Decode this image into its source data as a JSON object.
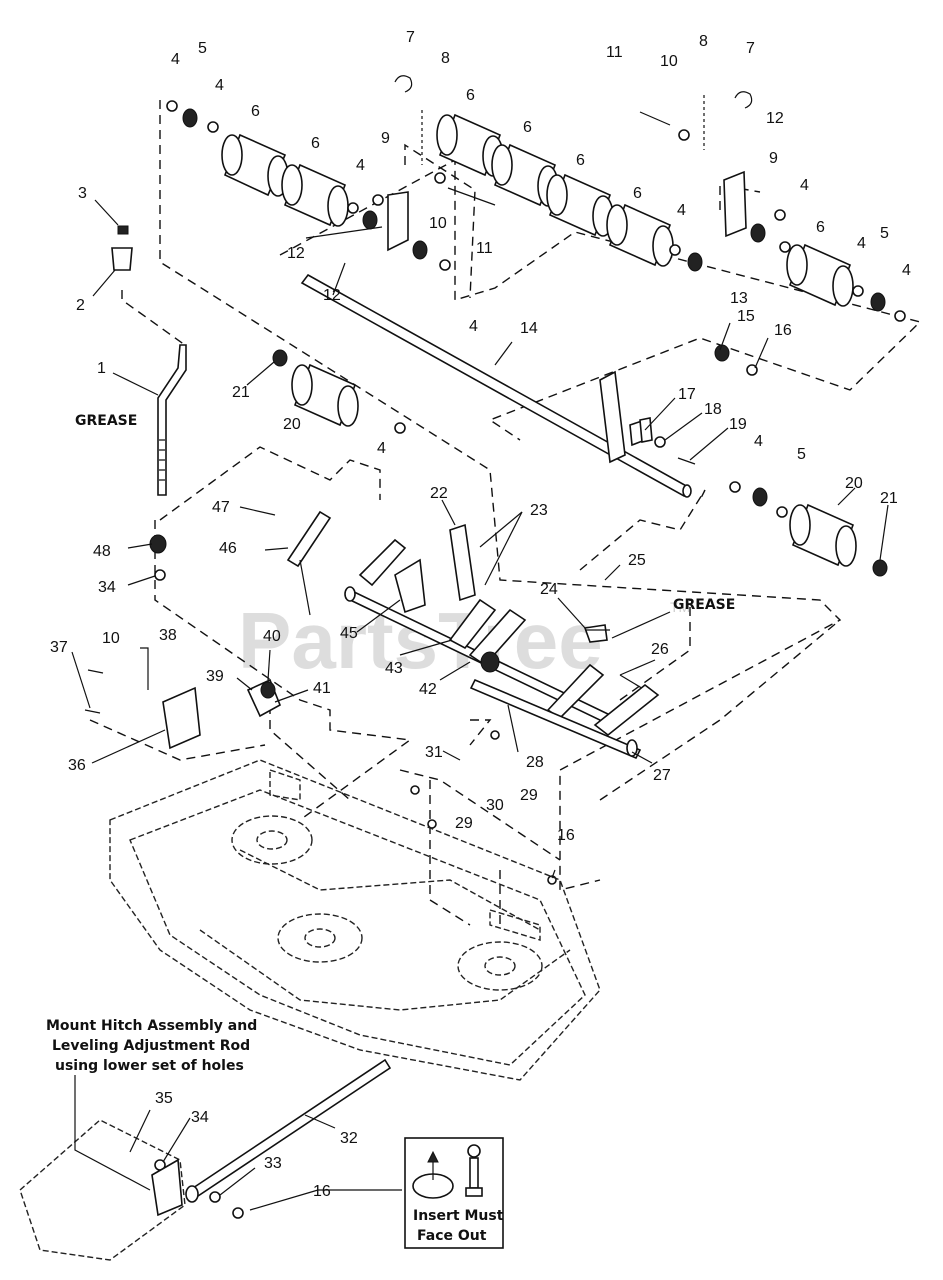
{
  "watermark": "PartsTree",
  "watermark_tm": "TM",
  "callouts": {
    "grease_1": "GREASE",
    "grease_2": "GREASE",
    "mount_note_line1": "Mount Hitch Assembly and",
    "mount_note_line2": "Leveling Adjustment Rod",
    "mount_note_line3": "using lower set of holes",
    "insert_line1": "Insert Must",
    "insert_line2": "Face Out"
  },
  "part_numbers": {
    "p1": "1",
    "p2": "2",
    "p3": "3",
    "p4a": "4",
    "p4b": "4",
    "p4c": "4",
    "p4d": "4",
    "p4e": "4",
    "p4f": "4",
    "p4g": "4",
    "p4h": "4",
    "p4i": "4",
    "p5a": "5",
    "p5b": "5",
    "p5c": "5",
    "p6a": "6",
    "p6b": "6",
    "p6c": "6",
    "p6d": "6",
    "p6e": "6",
    "p6f": "6",
    "p6g": "6",
    "p7a": "7",
    "p7b": "7",
    "p8a": "8",
    "p8b": "8",
    "p9a": "9",
    "p9b": "9",
    "p10a": "10",
    "p10b": "10",
    "p10c": "10",
    "p11a": "11",
    "p11b": "11",
    "p12a": "12",
    "p12b": "12",
    "p12c": "12",
    "p13": "13",
    "p14": "14",
    "p15": "15",
    "p16a": "16",
    "p16b": "16",
    "p16c": "16",
    "p17": "17",
    "p18": "18",
    "p19": "19",
    "p20a": "20",
    "p20b": "20",
    "p21a": "21",
    "p21b": "21",
    "p22": "22",
    "p23": "23",
    "p24": "24",
    "p25": "25",
    "p26": "26",
    "p27": "27",
    "p28": "28",
    "p29a": "29",
    "p29b": "29",
    "p30": "30",
    "p31": "31",
    "p32": "32",
    "p33": "33",
    "p34a": "34",
    "p34b": "34",
    "p35": "35",
    "p36": "36",
    "p37": "37",
    "p38": "38",
    "p39": "39",
    "p40": "40",
    "p41": "41",
    "p42": "42",
    "p43": "43",
    "p45": "45",
    "p46": "46",
    "p47": "47",
    "p48": "48"
  }
}
